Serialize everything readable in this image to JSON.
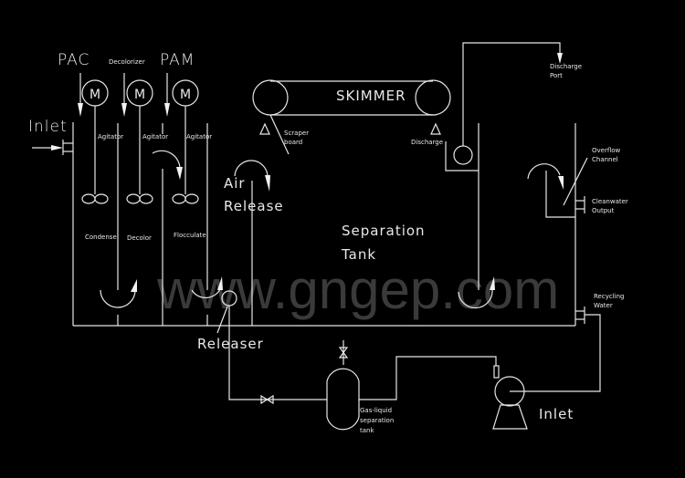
{
  "watermark": "www.gngep.com",
  "chemicals": {
    "pac": "PAC",
    "decolorizer": "Decolorizer",
    "pam": "PAM"
  },
  "motor_label": "M",
  "agitator_label": "Agitator",
  "inlet_top": "Inlet",
  "zones": {
    "condense": "Condense",
    "decolor": "Decolor",
    "flocculate": "Flocculate"
  },
  "air_release": {
    "line1": "Air",
    "line2": "Release"
  },
  "separation_tank": {
    "line1": "Separation",
    "line2": "Tank"
  },
  "skimmer": "SKIMMER",
  "scraper_board": {
    "line1": "Scraper",
    "line2": "board"
  },
  "discharge": "Discharge",
  "discharge_port": {
    "line1": "Discharge",
    "line2": "Port"
  },
  "overflow_channel": {
    "line1": "Overflow",
    "line2": "Channel"
  },
  "cleanwater_output": {
    "line1": "Cleanwater",
    "line2": "Output"
  },
  "recycling_water": {
    "line1": "Recycling",
    "line2": "Water"
  },
  "releaser": "Releaser",
  "gas_liquid_tank": {
    "line1": "Gas-liquid",
    "line2": "separation",
    "line3": "tank"
  },
  "inlet_pump": "Inlet"
}
